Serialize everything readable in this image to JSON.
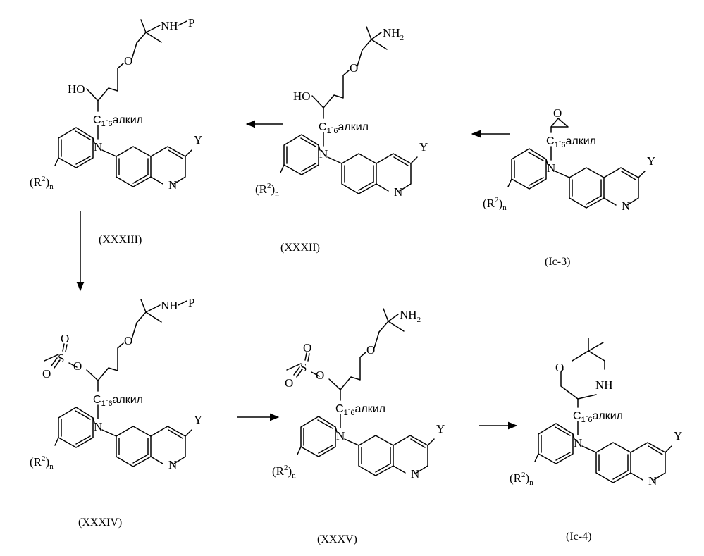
{
  "atoms": {
    "Y": "Y",
    "N": "N",
    "O": "O",
    "HO": "HO",
    "NH": "NH",
    "NHP": "NH",
    "P": "P",
    "S": "S",
    "NH2": "NH",
    "two": "2",
    "C": "C",
    "c_sub": "1",
    "c_dash": "-",
    "c_sub2": "6",
    "alkyl": "алкил",
    "R": "R",
    "r_sup": "2",
    "n": "n",
    "lparen": "(",
    "rparen": ")"
  },
  "labels": {
    "c33": "(XXXIII)",
    "c32": "(XXXII)",
    "ic3": "(Ic-3)",
    "c34": "(XXXIV)",
    "c35": "(XXXV)",
    "ic4": "(Ic-4)"
  }
}
